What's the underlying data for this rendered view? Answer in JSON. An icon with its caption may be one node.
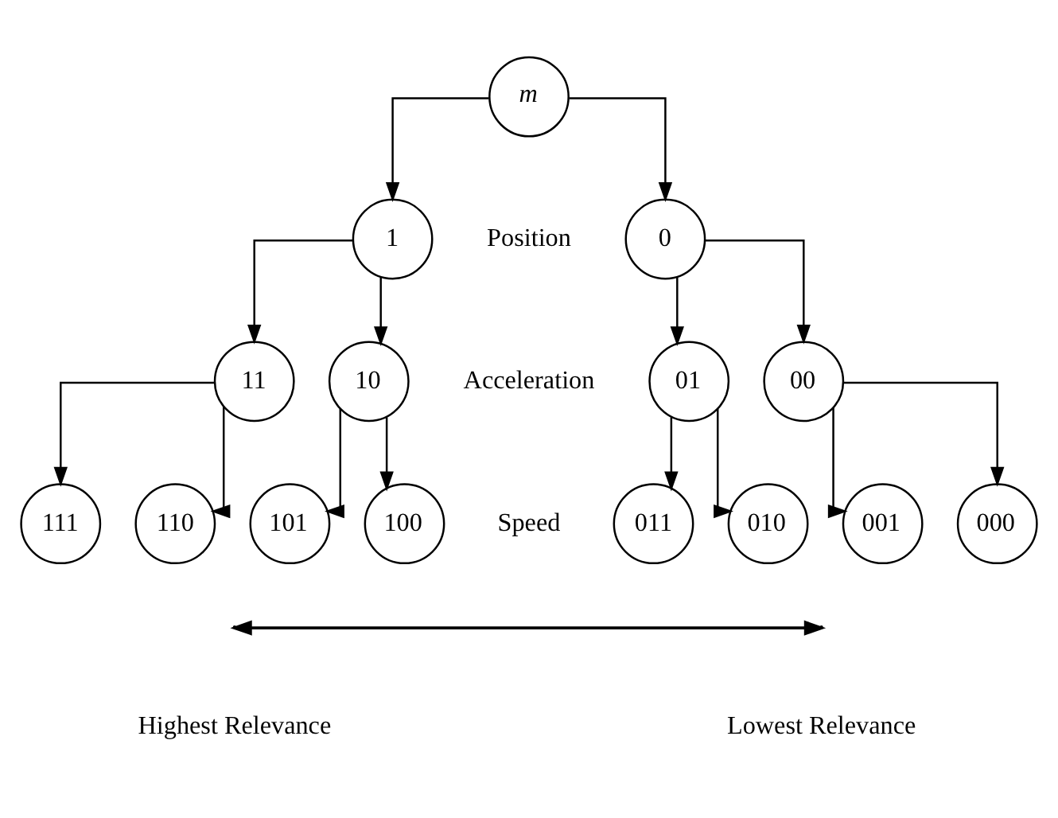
{
  "diagram": {
    "nodes": [
      {
        "text": [
          "m"
        ]
      },
      {
        "text": [
          "1"
        ]
      },
      {
        "text": [
          "0"
        ]
      },
      {
        "text": [
          "11"
        ]
      },
      {
        "text": [
          "10"
        ]
      },
      {
        "text": [
          "01"
        ]
      },
      {
        "text": [
          "00"
        ]
      },
      {
        "text": [
          "111"
        ]
      },
      {
        "text": [
          "110"
        ]
      },
      {
        "text": [
          "101"
        ]
      },
      {
        "text": [
          "100"
        ]
      },
      {
        "text": [
          "011"
        ]
      },
      {
        "text": [
          "010"
        ]
      },
      {
        "text": [
          "001"
        ]
      },
      {
        "text": [
          "000"
        ]
      }
    ],
    "edges": [
      {
        "from": 0,
        "to": 1,
        "arrow": "to"
      },
      {
        "from": 0,
        "to": 2,
        "arrow": "to"
      },
      {
        "from": 1,
        "to": 3,
        "arrow": "to"
      },
      {
        "from": 1,
        "to": 4,
        "arrow": "to"
      },
      {
        "from": 2,
        "to": 5,
        "arrow": "to"
      },
      {
        "from": 2,
        "to": 6,
        "arrow": "to"
      },
      {
        "from": 3,
        "to": 7,
        "arrow": "to"
      },
      {
        "from": 3,
        "to": 8,
        "arrow": "to"
      },
      {
        "from": 4,
        "to": 9,
        "arrow": "to"
      },
      {
        "from": 4,
        "to": 10,
        "arrow": "to"
      },
      {
        "from": 5,
        "to": 11,
        "arrow": "to"
      },
      {
        "from": 5,
        "to": 12,
        "arrow": "to"
      },
      {
        "from": 6,
        "to": 13,
        "arrow": "to"
      },
      {
        "from": 6,
        "to": 14,
        "arrow": "to"
      }
    ],
    "labels": [
      "Position",
      "Acceleration",
      "Speed",
      "Highest Relevance",
      "Lowest Relevance"
    ]
  }
}
